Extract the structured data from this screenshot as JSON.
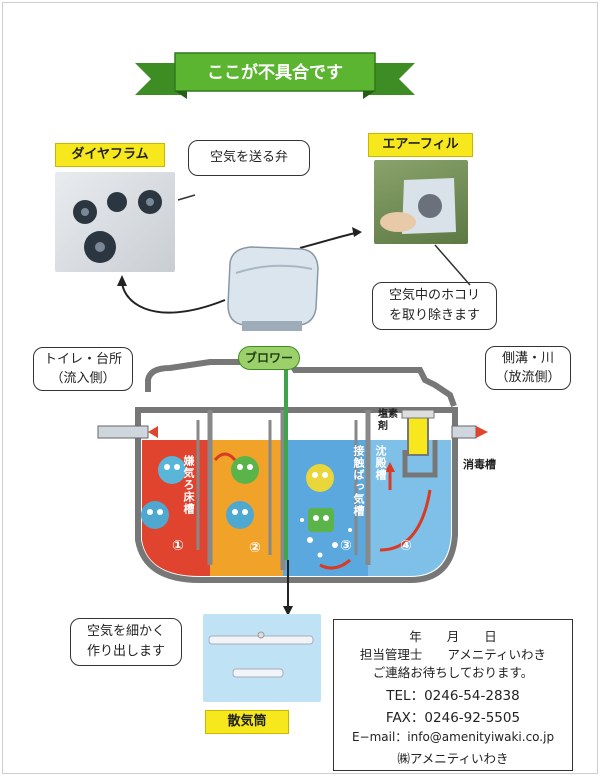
{
  "banner": {
    "title": "ここが不具合です"
  },
  "diaphragm": {
    "tag": "ダイヤフラム",
    "callout": "空気を送る弁"
  },
  "air_filter": {
    "tag": "エアーフィル",
    "callout_line1": "空気中のホコリ",
    "callout_line2": "を取り除きます"
  },
  "inlet": {
    "line1": "トイレ・台所",
    "line2": "（流入側）"
  },
  "outlet": {
    "line1": "側溝・川",
    "line2": "（放流側）"
  },
  "blower_label": "ブロワー",
  "tank": {
    "chamber1": {
      "name": "嫌気ろ床槽",
      "number": "①"
    },
    "chamber2": {
      "number": "②"
    },
    "chamber3": {
      "name": "接触ばっ気槽",
      "number": "③"
    },
    "chamber4": {
      "name": "沈殿槽",
      "number": "④"
    },
    "chlorine_agent": "塩素剤",
    "disinfection_tank": "消毒槽"
  },
  "diffuser": {
    "tag": "散気筒",
    "callout_line1": "空気を細かく",
    "callout_line2": "作り出します"
  },
  "contact": {
    "date": "年　　月　　日",
    "manager": "担当管理士　　アメニティいわき",
    "message": "ご連絡お待ちしております。",
    "tel": "TEL：0246-54-2838",
    "fax": "FAX：0246-92-5505",
    "email": "E−mail：info@amenityiwaki.co.jp",
    "company": "㈱アメニティいわき"
  },
  "colors": {
    "banner_green": "#5cb531",
    "tag_yellow": "#f6e81c",
    "tank_red": "#e0442f",
    "tank_orange": "#f0a229",
    "tank_blue": "#5aa8dd",
    "pipe_green": "#3fa34d"
  }
}
